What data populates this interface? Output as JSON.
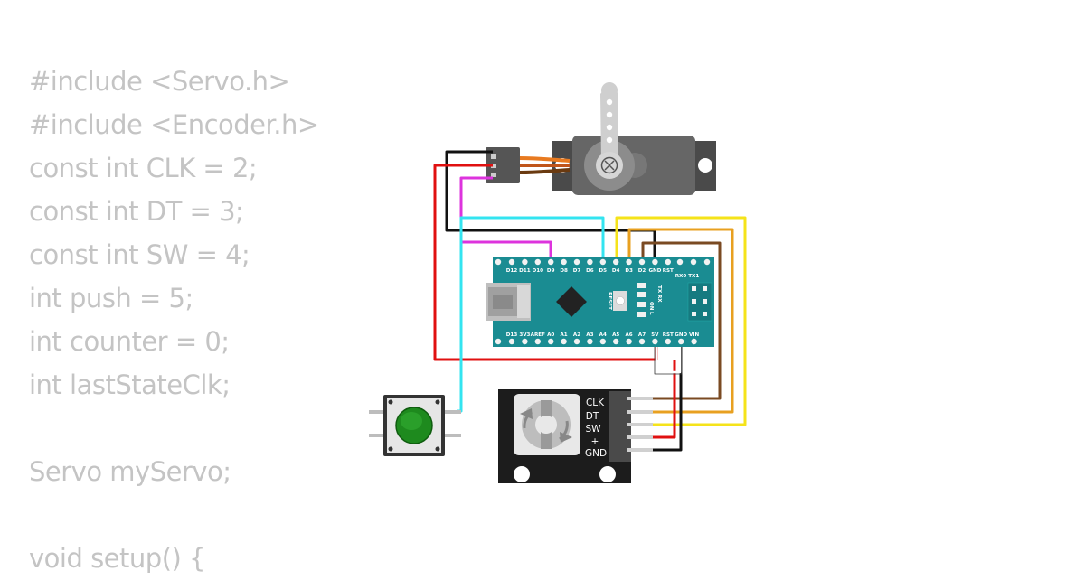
{
  "code_lines": [
    "#include <Servo.h>",
    "#include <Encoder.h>",
    "const int CLK = 2;",
    "const int DT = 3;",
    "const int SW = 4;",
    "int push = 5;",
    "int counter = 0;",
    "int lastStateClk;",
    "",
    "Servo myServo;",
    "",
    "void setup() {"
  ],
  "nano": {
    "top_pins": [
      "D12",
      "D11",
      "D10",
      "D9",
      "D8",
      "D7",
      "D6",
      "D5",
      "D4",
      "D3",
      "D2",
      "GND",
      "RST"
    ],
    "bottom_pins": [
      "D13",
      "3V3",
      "AREF",
      "A0",
      "A1",
      "A2",
      "A3",
      "A4",
      "A5",
      "A6",
      "A7",
      "5V",
      "RST",
      "GND",
      "VIN"
    ],
    "rx_tx": "RX0 TX1",
    "reset_label": "RESET",
    "led_labels": [
      "TX",
      "RX",
      "ON",
      "L"
    ]
  },
  "encoder": {
    "pins": [
      "CLK",
      "DT",
      "SW",
      "+",
      "GND"
    ]
  },
  "colors": {
    "board": "#1a8c92",
    "wire_black": "#111111",
    "wire_red": "#e01010",
    "wire_magenta": "#dd33dd",
    "wire_cyan": "#33e4f0",
    "wire_yellow": "#f5e31a",
    "wire_orange": "#e8a020",
    "wire_brown": "#7a4a22",
    "servo_body": "#5e5e5e",
    "button_cap": "#1e8a1e"
  }
}
